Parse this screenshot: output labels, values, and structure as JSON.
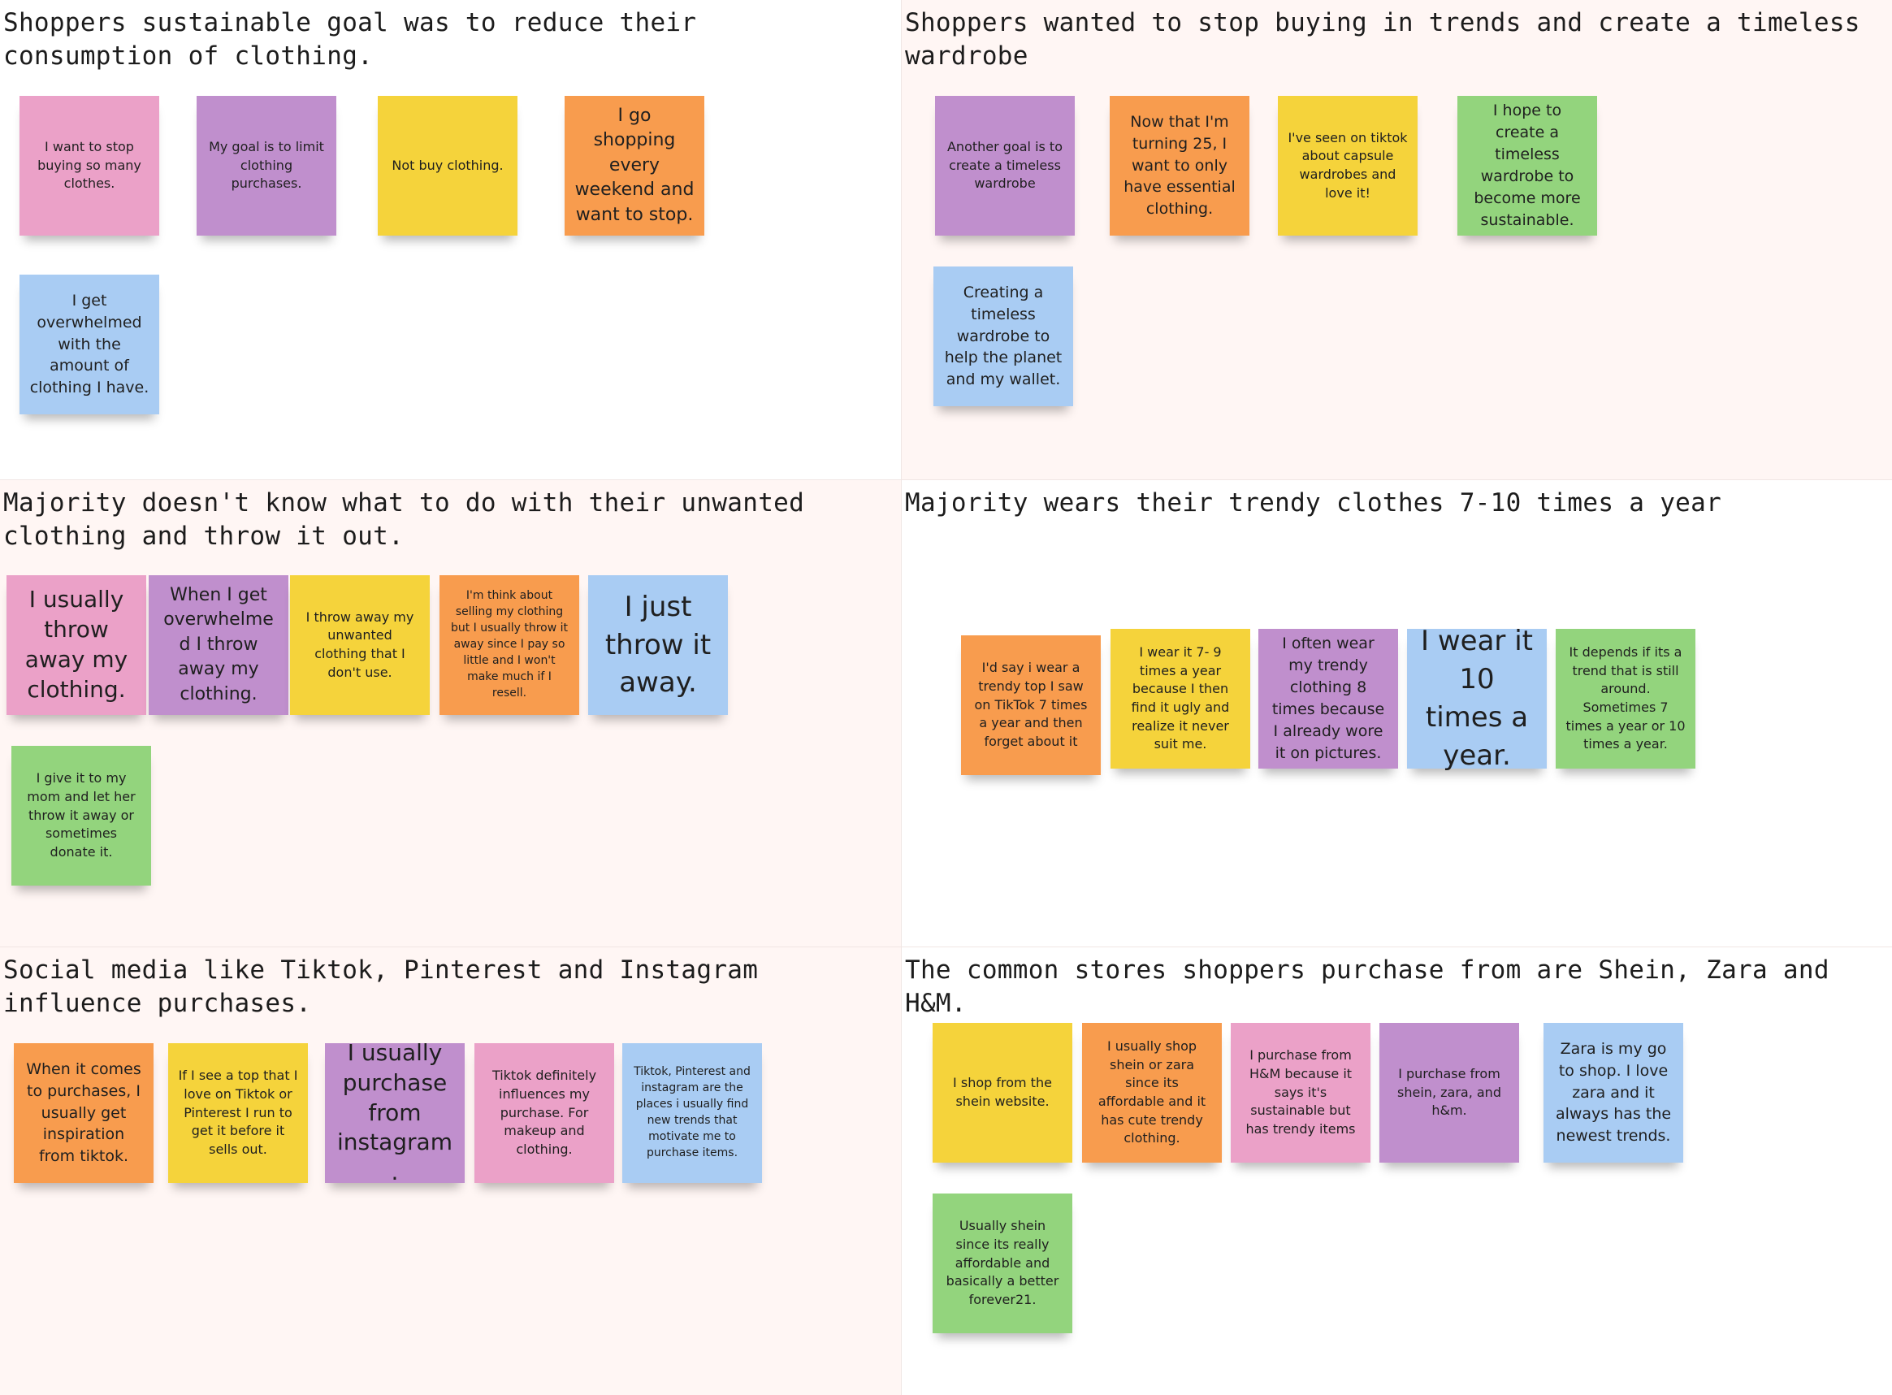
{
  "clusters": {
    "c1": {
      "title": "Shoppers sustainable goal was to reduce their consumption of clothing.",
      "notes": [
        "I want to stop buying so many clothes.",
        "My goal is to limit clothing purchases.",
        "Not buy clothing.",
        "I go shopping every weekend and want to stop.",
        "I get overwhelmed with the amount of clothing I have."
      ]
    },
    "c2": {
      "title": "Shoppers wanted to stop buying in trends and create a timeless wardrobe",
      "notes": [
        "Another goal is to create a timeless wardrobe",
        "Now that I'm turning 25, I want to only have essential clothing.",
        "I've seen on tiktok about capsule wardrobes and love it!",
        "I hope to create a timeless wardrobe to become more sustainable.",
        "Creating a timeless wardrobe to help the planet and my wallet."
      ]
    },
    "c3": {
      "title": "Majority doesn't know what to do with their unwanted clothing and throw it out.",
      "notes": [
        "I usually throw away my clothing.",
        "When I get overwhelmed I throw away my clothing.",
        "I throw away my unwanted clothing that I don't use.",
        "I'm think about selling my clothing but I usually throw it away since I pay so little and I won't make much if I resell.",
        "I just throw it away.",
        "I give it to my mom and let her throw it away or sometimes donate it."
      ]
    },
    "c4": {
      "title": "Majority wears their trendy clothes 7-10 times a year",
      "notes": [
        "I'd say i wear a trendy top I saw on TikTok 7 times a year and then forget about it",
        "I wear it 7- 9 times a year because I then find it ugly and realize it never suit me.",
        "I often wear my trendy clothing 8 times because I already wore it on pictures.",
        "I wear it 10 times a year.",
        "It depends if its a trend that is still around. Sometimes 7 times a year or 10 times a year."
      ]
    },
    "c5": {
      "title": "Social media like Tiktok, Pinterest and Instagram influence purchases.",
      "notes": [
        "When it comes to purchases, I usually get inspiration from tiktok.",
        "If I see a top that I love on Tiktok or Pinterest I run to get it before it sells out.",
        "I usually purchase from instagram.",
        "Tiktok definitely influences my purchase. For makeup and clothing.",
        "Tiktok, Pinterest and instagram are the places i usually find new trends that motivate me to purchase items."
      ]
    },
    "c6": {
      "title": "The common stores shoppers purchase from are Shein, Zara and H&M.",
      "notes": [
        "I shop from the shein website.",
        "I usually shop shein or zara since its affordable and it has cute trendy clothing.",
        "I purchase from H&M because it says it's sustainable but has trendy items",
        "I purchase from shein, zara, and h&m.",
        "Zara is my go to shop. I love zara and it always has the newest trends.",
        "Usually shein since its really affordable and basically a better forever21."
      ]
    }
  },
  "colors": {
    "pink": "#eba1c8",
    "purple": "#c08fcd",
    "yellow": "#f5d33b",
    "orange": "#f89c4e",
    "blue": "#a9ccf3",
    "green": "#93d47d"
  }
}
